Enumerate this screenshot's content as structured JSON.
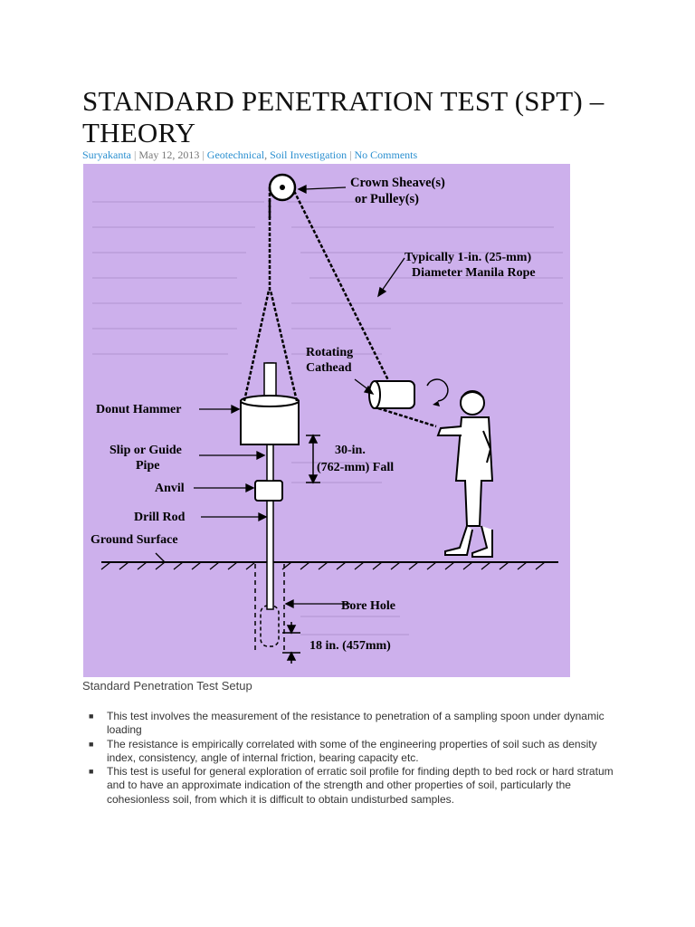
{
  "article": {
    "title": "STANDARD PENETRATION TEST (SPT) – THEORY",
    "meta": {
      "author": "Suryakanta",
      "date": "May 12, 2013",
      "categories": [
        "Geotechnical",
        "Soil Investigation"
      ],
      "comments": "No Comments"
    },
    "figure": {
      "labels": {
        "crown_sheave_1": "Crown Sheave(s)",
        "crown_sheave_2": "or Pulley(s)",
        "rope_1": "Typically 1-in. (25-mm)",
        "rope_2": "Diameter Manila Rope",
        "cathead_1": "Rotating",
        "cathead_2": "Cathead",
        "donut_hammer": "Donut Hammer",
        "slip_guide_1": "Slip or Guide",
        "slip_guide_2": "Pipe",
        "fall_1": "30-in.",
        "fall_2": "(762-mm) Fall",
        "anvil": "Anvil",
        "drill_rod": "Drill Rod",
        "ground_surface": "Ground Surface",
        "bore_hole": "Bore Hole",
        "depth": "18 in. (457mm)"
      },
      "background_color": "#cdb0ec"
    },
    "caption": "Standard Penetration Test Setup",
    "bullets": [
      "This test involves the measurement of the resistance to penetration of a sampling spoon under dynamic loading",
      "The resistance is empirically correlated with some of the engineering properties of soil such as density index, consistency, angle of internal friction, bearing capacity etc.",
      "This test is useful for general exploration of erratic soil profile for finding depth to bed rock or hard stratum and to have an approximate indication of the strength and other properties of soil, particularly the cohesionless soil, from which it is difficult to obtain undisturbed samples."
    ]
  }
}
